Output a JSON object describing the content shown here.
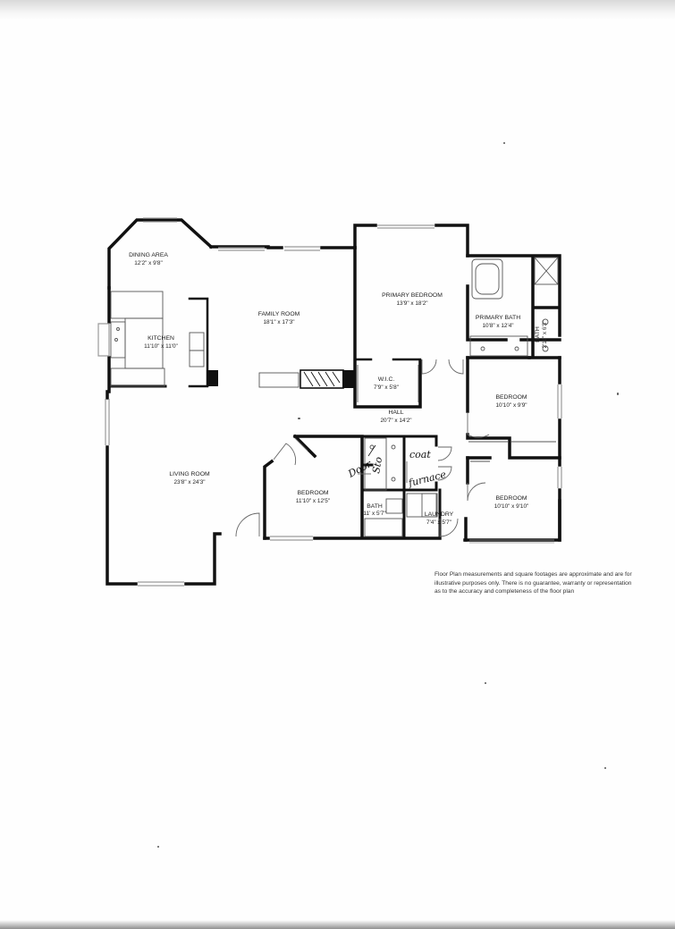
{
  "rooms": {
    "dining": {
      "name": "DINING AREA",
      "dims": "12'2\" x 9'8\""
    },
    "family": {
      "name": "FAMILY ROOM",
      "dims": "18'1\" x 17'3\""
    },
    "kitchen": {
      "name": "KITCHEN",
      "dims": "11'10\" x 11'0\""
    },
    "primary_bedroom": {
      "name": "PRIMARY BEDROOM",
      "dims": "13'9\" x 18'2\""
    },
    "primary_bath": {
      "name": "PRIMARY BATH",
      "dims": "10'8\" x 12'4\""
    },
    "bath_small": {
      "name": "BATH",
      "dims": "2'11\" x 6'3\""
    },
    "wic": {
      "name": "W.I.C.",
      "dims": "7'9\" x 5'8\""
    },
    "hall": {
      "name": "HALL",
      "dims": "20'7\" x 14'2\""
    },
    "bedroom_ne": {
      "name": "BEDROOM",
      "dims": "10'10\" x 9'9\""
    },
    "living": {
      "name": "LIVING ROOM",
      "dims": "23'8\" x 24'3\""
    },
    "bedroom_c": {
      "name": "BEDROOM",
      "dims": "11'10\" x 12'5\""
    },
    "bath_hall": {
      "name": "BATH",
      "dims": "11' x 5'7\""
    },
    "laundry": {
      "name": "LAUNDRY",
      "dims": "7'4\" x 5'7\""
    },
    "bedroom_se": {
      "name": "BEDROOM",
      "dims": "10'10\" x 9'10\""
    }
  },
  "handwriting": {
    "coat": "coat",
    "furnace": "furnace",
    "closet": "Door",
    "closet2": "Sto"
  },
  "disclaimer": {
    "line1": "Floor Plan measurements and square footages are approximate and are for",
    "line2": "illustrative purposes only. There is no guarantee, warranty or representation",
    "line3": "as to the accuracy and completeness of the floor plan"
  },
  "colors": {
    "wall": "#111111",
    "window": "#9a9a9a",
    "paper": "#fefefe"
  }
}
